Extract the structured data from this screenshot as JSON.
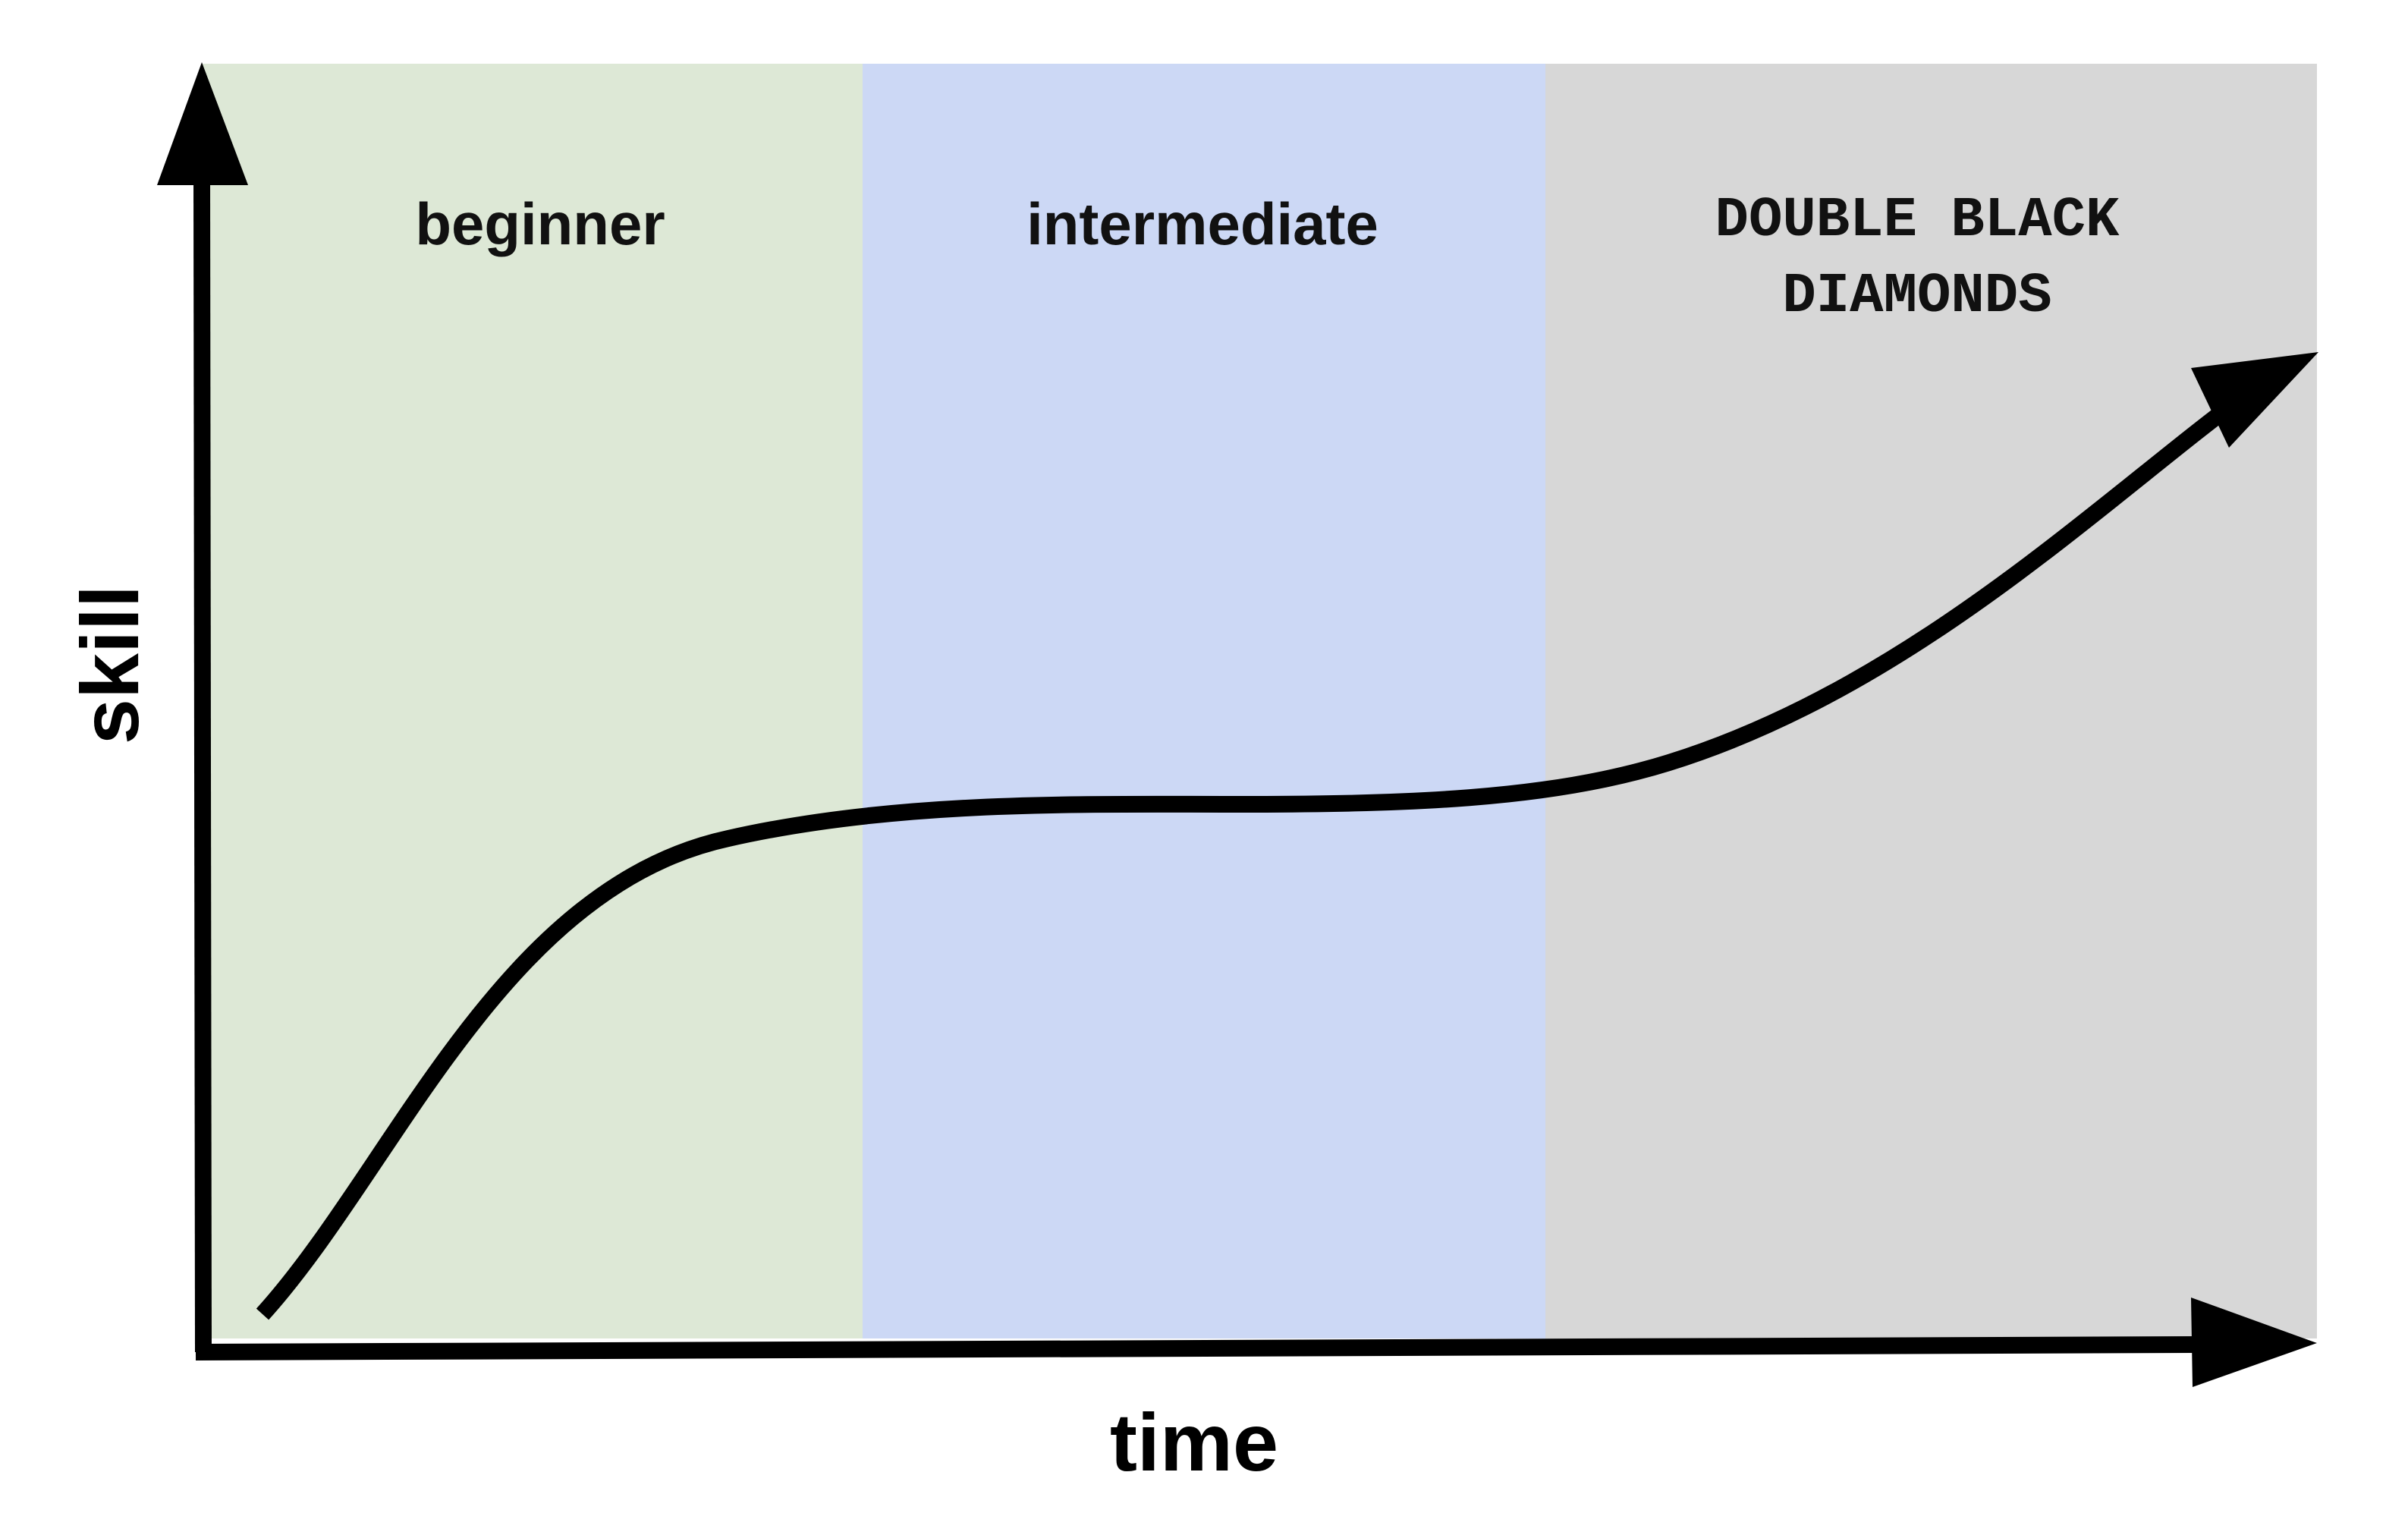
{
  "diagram": {
    "zones": [
      {
        "label": "beginner",
        "color": "#dde8d6"
      },
      {
        "label": "intermediate",
        "color": "#ccd8f5"
      },
      {
        "label_line1": "DOUBLE BLACK",
        "label_line2": "DIAMONDS",
        "color": "#d7d7d7"
      }
    ],
    "x_axis_label": "time",
    "y_axis_label": "skill",
    "curve_color": "#000000",
    "axis_color": "#000000"
  }
}
